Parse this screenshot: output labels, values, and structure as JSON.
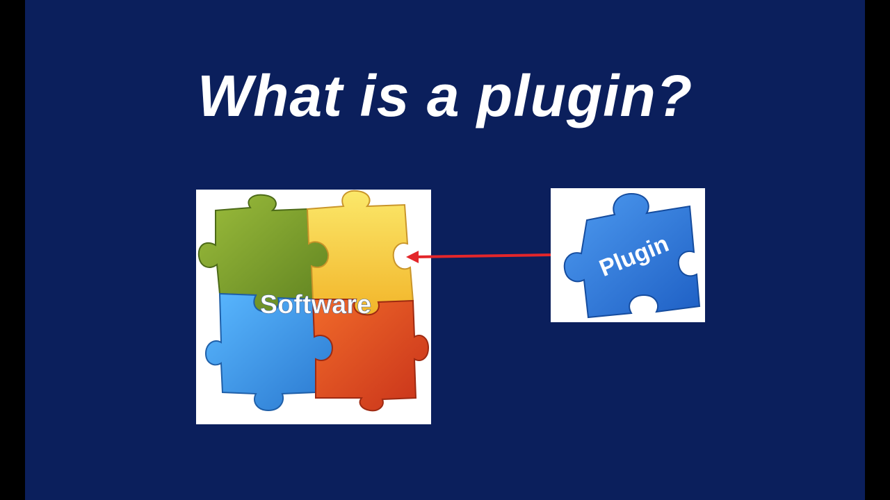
{
  "slide": {
    "title": "What is a plugin?"
  },
  "software_graphic": {
    "label": "Software",
    "piece_colors": {
      "green": "#7ea12d",
      "yellow": "#f2d23a",
      "blue": "#3a9ae8",
      "red": "#e04a1c"
    }
  },
  "plugin_graphic": {
    "label": "Plugin",
    "piece_color": "#2d73d6"
  },
  "colors": {
    "background": "#0b1f5c",
    "title_text": "#ffffff",
    "arrow": "#e3262a"
  }
}
